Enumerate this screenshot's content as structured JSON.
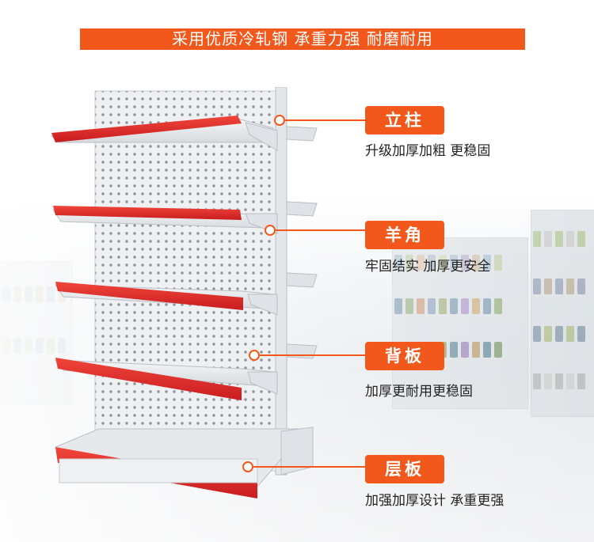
{
  "banner": {
    "text": "采用优质冷轧钢 承重力强 耐磨耐用"
  },
  "features": [
    {
      "title": "立柱",
      "desc": "升级加厚加粗 更稳固"
    },
    {
      "title": "羊角",
      "desc": "牢固结实 加厚更安全"
    },
    {
      "title": "背板",
      "desc": "加厚更耐用更稳固"
    },
    {
      "title": "层板",
      "desc": "加强加厚设计 承重更强"
    }
  ],
  "colors": {
    "accent": "#f2581b",
    "shelf_red": "#e8262a",
    "shelf_white": "#eef0f2"
  }
}
